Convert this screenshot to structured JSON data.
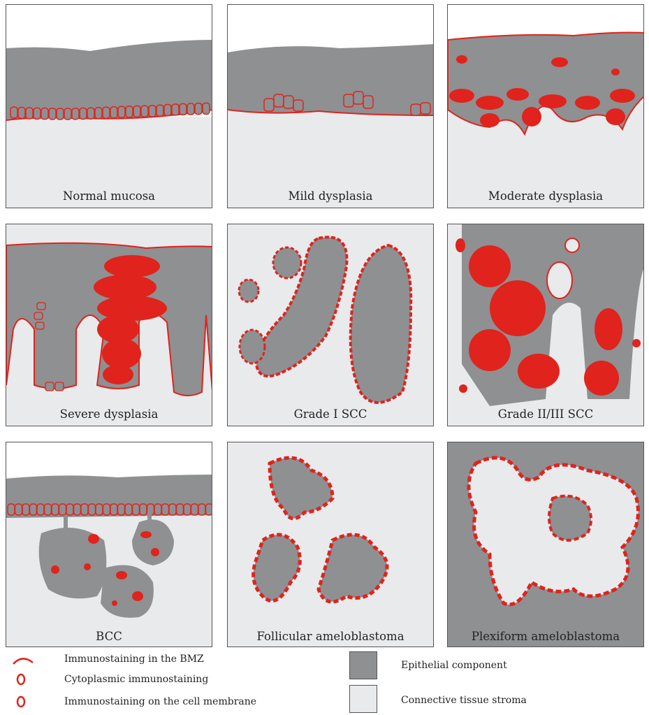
{
  "panels": [
    {
      "label": "Normal mucosa"
    },
    {
      "label": "Mild dysplasia"
    },
    {
      "label": "Moderate dysplasia"
    },
    {
      "label": "Severe dysplasia"
    },
    {
      "label": "Grade I SCC"
    },
    {
      "label": "Grade II/III SCC"
    },
    {
      "label": "BCC"
    },
    {
      "label": "Follicular ameloblastoma"
    },
    {
      "label": "Plexiform ameloblastoma"
    }
  ],
  "legend": {
    "bmz": "Immunostaining in the BMZ",
    "cytoplasmic": "Cytoplasmic immunostaining",
    "membrane": "Immunostaining on the cell membrane",
    "epithelial": "Epithelial component",
    "stroma": "Connective tissue stroma"
  },
  "colors": {
    "epithelium": "#8e9092",
    "stroma": "#e9eaec",
    "stain": "#e0231c",
    "border": "#555555"
  }
}
